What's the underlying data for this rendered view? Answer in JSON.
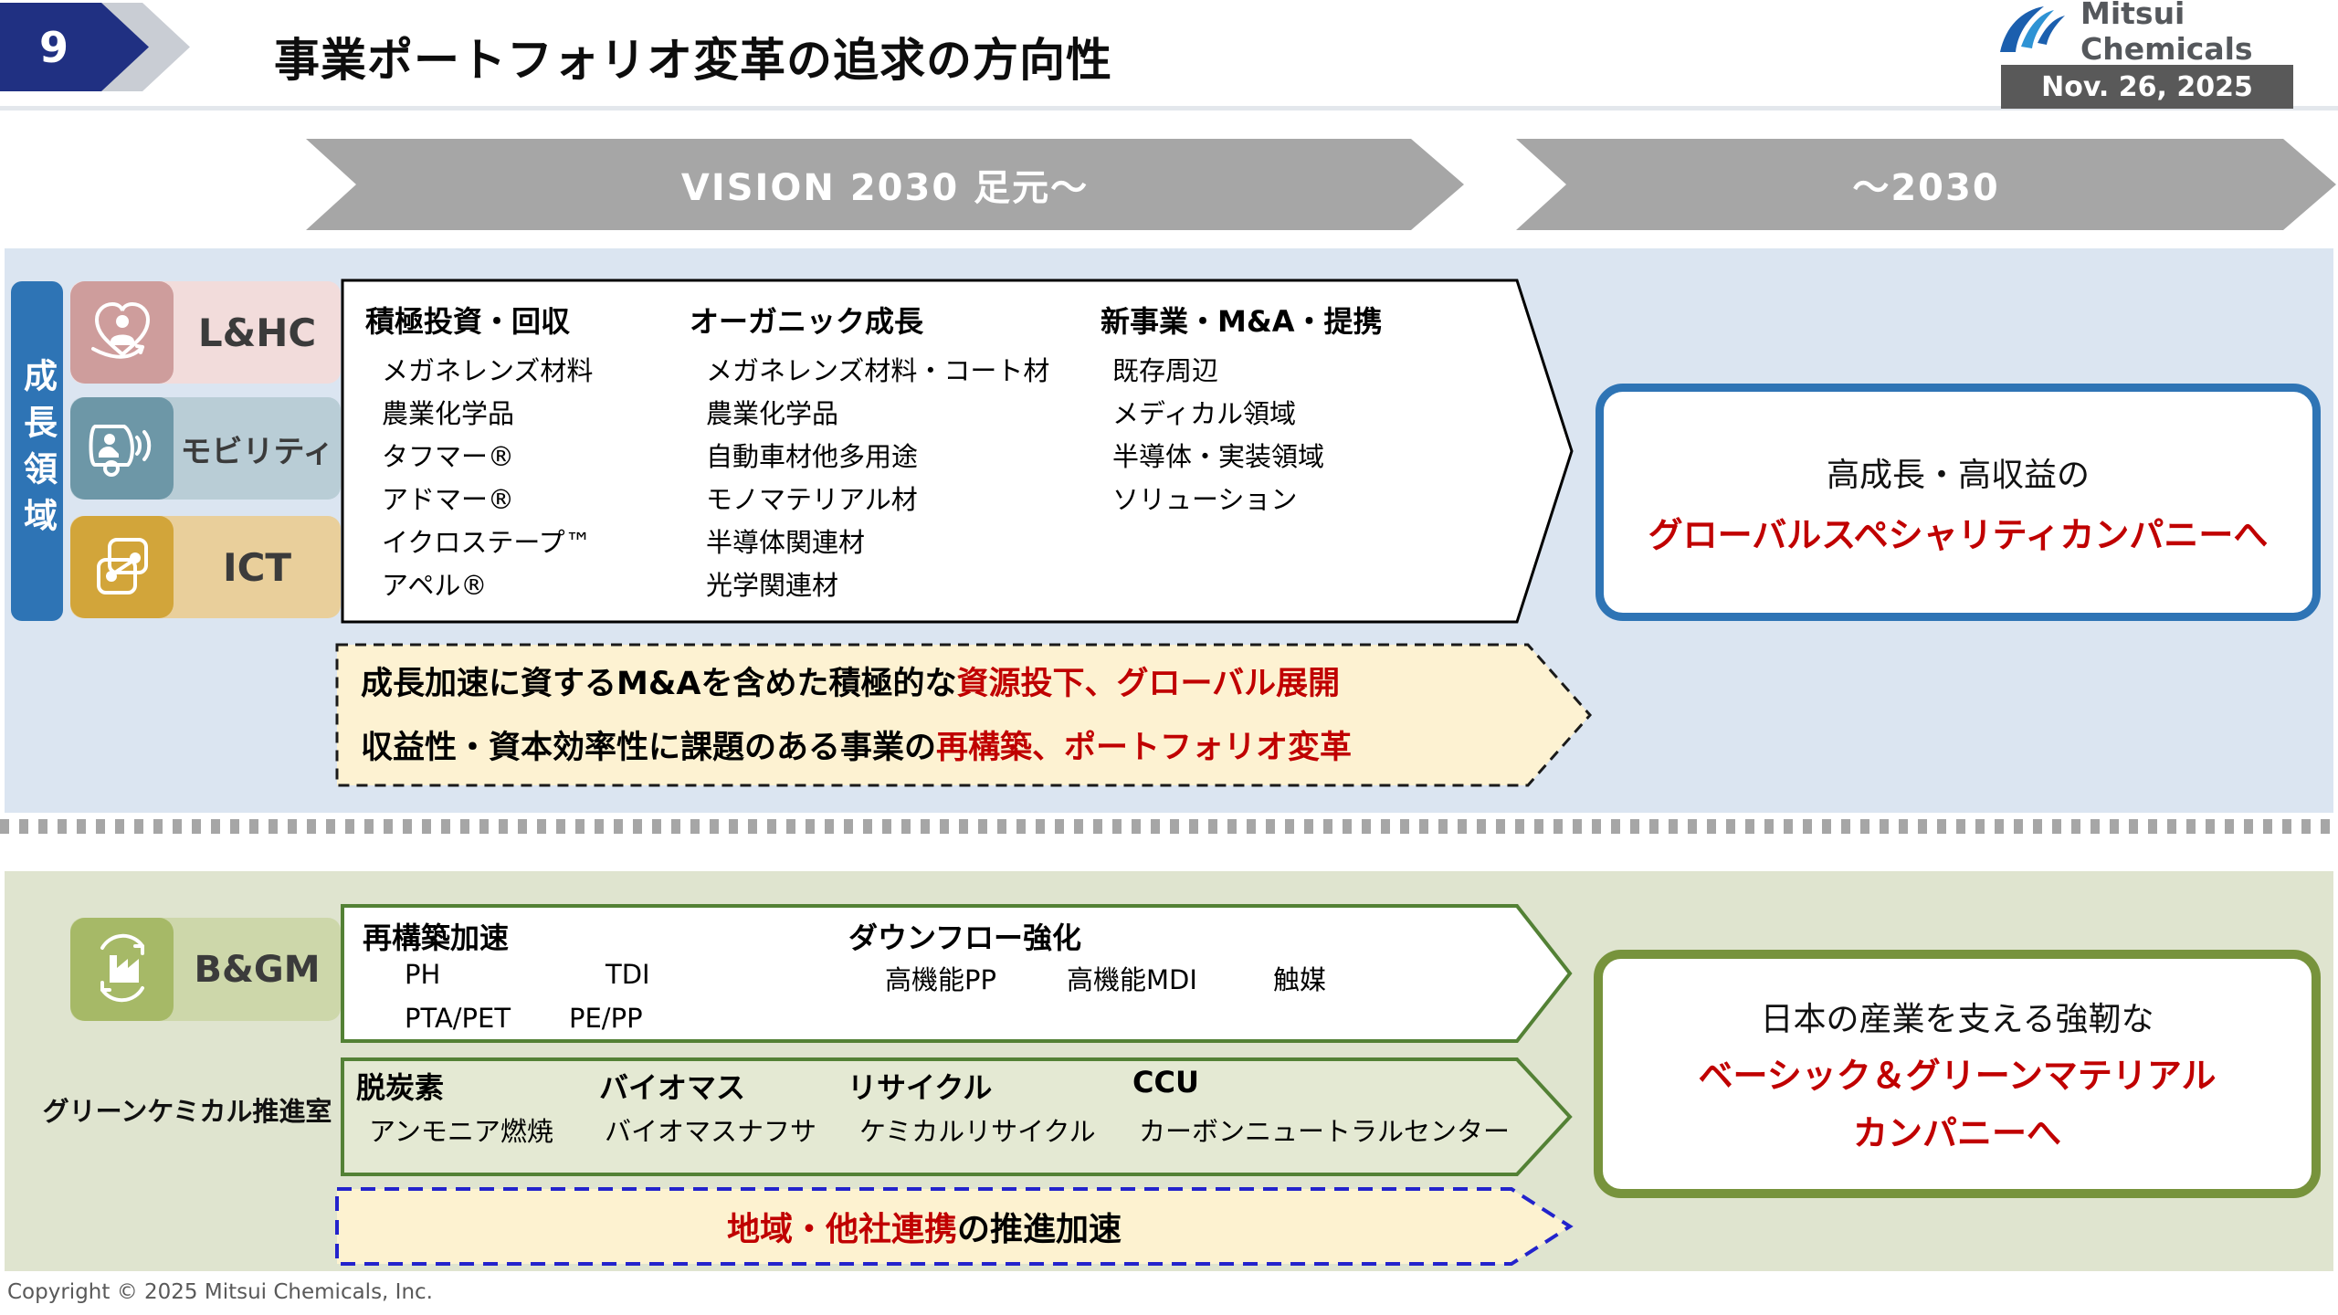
{
  "header": {
    "page_number": "9",
    "title": "事業ポートフォリオ変革の追求の方向性",
    "logo_text": "Mitsui Chemicals",
    "date": "Nov. 26, 2025"
  },
  "timeline": {
    "banner1": "VISION 2030  足元～",
    "banner2": "～2030"
  },
  "growth": {
    "side_label": "成長領域",
    "categories": [
      {
        "label": "L&HC",
        "icon": "heart-person-icon"
      },
      {
        "label": "モビリティ",
        "icon": "mobility-icon"
      },
      {
        "label": "ICT",
        "icon": "ict-network-icon"
      }
    ],
    "strategy": {
      "columns": [
        {
          "header": "積極投資・回収",
          "items": [
            "メガネレンズ材料",
            "農業化学品",
            "タフマー®",
            "アドマー®",
            "イクロステープ™",
            "アペル®"
          ]
        },
        {
          "header": "オーガニック成長",
          "items": [
            "メガネレンズ材料・コート材",
            "農業化学品",
            "自動車材他多用途",
            "モノマテリアル材",
            "半導体関連材",
            "光学関連材"
          ]
        },
        {
          "header": "新事業・M&A・提携",
          "items": [
            "既存周辺",
            "メディカル領域",
            "半導体・実装領域",
            "ソリューション"
          ]
        }
      ]
    },
    "goal": {
      "line1": "高成長・高収益の",
      "line2": "グローバルスペシャリティカンパニーへ"
    },
    "action": {
      "l1_black": "成長加速に資するM&Aを含めた積極的な",
      "l1_red": "資源投下、グローバル展開",
      "l2_black": "収益性・資本効率性に課題のある事業の",
      "l2_red": "再構築、ポートフォリオ変革"
    }
  },
  "basic": {
    "category_label": "B&GM",
    "category_icon": "factory-recycle-icon",
    "green_label": "グリーンケミカル推進室",
    "box1": {
      "g1_header": "再構築加速",
      "g1_items": [
        "PH",
        "TDI",
        "PTA/PET",
        "PE/PP"
      ],
      "g2_header": "ダウンフロー強化",
      "g2_items": [
        "高機能PP",
        "高機能MDI",
        "触媒"
      ]
    },
    "box2": {
      "groups": [
        {
          "header": "脱炭素",
          "item": "アンモニア燃焼"
        },
        {
          "header": "バイオマス",
          "item": "バイオマスナフサ"
        },
        {
          "header": "リサイクル",
          "item": "ケミカルリサイクル"
        },
        {
          "header": "CCU",
          "item": "カーボンニュートラルセンター"
        }
      ]
    },
    "goal": {
      "line1": "日本の産業を支える強靭な",
      "line2": "ベーシック＆グリーンマテリアル",
      "line3": "カンパニーへ"
    },
    "action": {
      "red": "地域・他社連携",
      "black": "の推進加速"
    }
  },
  "footer": {
    "copyright": "Copyright © 2025 Mitsui Chemicals, Inc."
  },
  "colors": {
    "page_number_bg": "#203082",
    "banner_gray": "#a6a6a6",
    "upper_panel": "#dbe5f1",
    "lower_panel": "#dfe4cf",
    "side_bar_blue": "#2e74b5",
    "lhc_icon": "#ce9d9c",
    "lhc_band": "#f2dcdb",
    "mobility_icon": "#6d97a7",
    "mobility_band": "#b9cdd6",
    "ict_icon": "#d2a53a",
    "ict_band": "#e9cf9b",
    "bgm_icon": "#a6b967",
    "bgm_band": "#cdd7aa",
    "green_border": "#538135",
    "olive_border": "#77933c",
    "accent_red": "#c00000",
    "cream_fill": "#fdf2d2",
    "blue_dash": "#2323cc",
    "date_bg": "#595959"
  }
}
